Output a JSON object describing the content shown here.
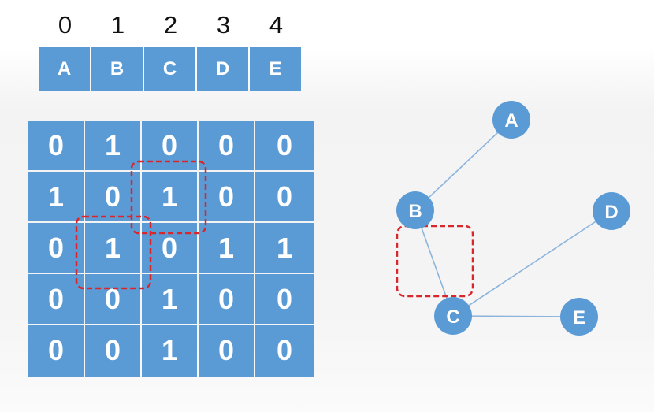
{
  "indices": [
    "0",
    "1",
    "2",
    "3",
    "4"
  ],
  "vertices": [
    "A",
    "B",
    "C",
    "D",
    "E"
  ],
  "matrix": [
    [
      "0",
      "1",
      "0",
      "0",
      "0"
    ],
    [
      "1",
      "0",
      "1",
      "0",
      "0"
    ],
    [
      "0",
      "1",
      "0",
      "1",
      "1"
    ],
    [
      "0",
      "0",
      "1",
      "0",
      "0"
    ],
    [
      "0",
      "0",
      "1",
      "0",
      "0"
    ]
  ],
  "graph": {
    "nodes": [
      "A",
      "B",
      "C",
      "D",
      "E"
    ],
    "edges": [
      [
        "A",
        "B"
      ],
      [
        "B",
        "C"
      ],
      [
        "C",
        "D"
      ],
      [
        "C",
        "E"
      ]
    ],
    "highlighted_edge": [
      "B",
      "C"
    ]
  },
  "colors": {
    "cell_fill": "#5b9bd5",
    "node_fill": "#5b9bd5",
    "edge": "#8cb4dc",
    "highlight": "#d9262b",
    "text_light": "#ffffff"
  }
}
